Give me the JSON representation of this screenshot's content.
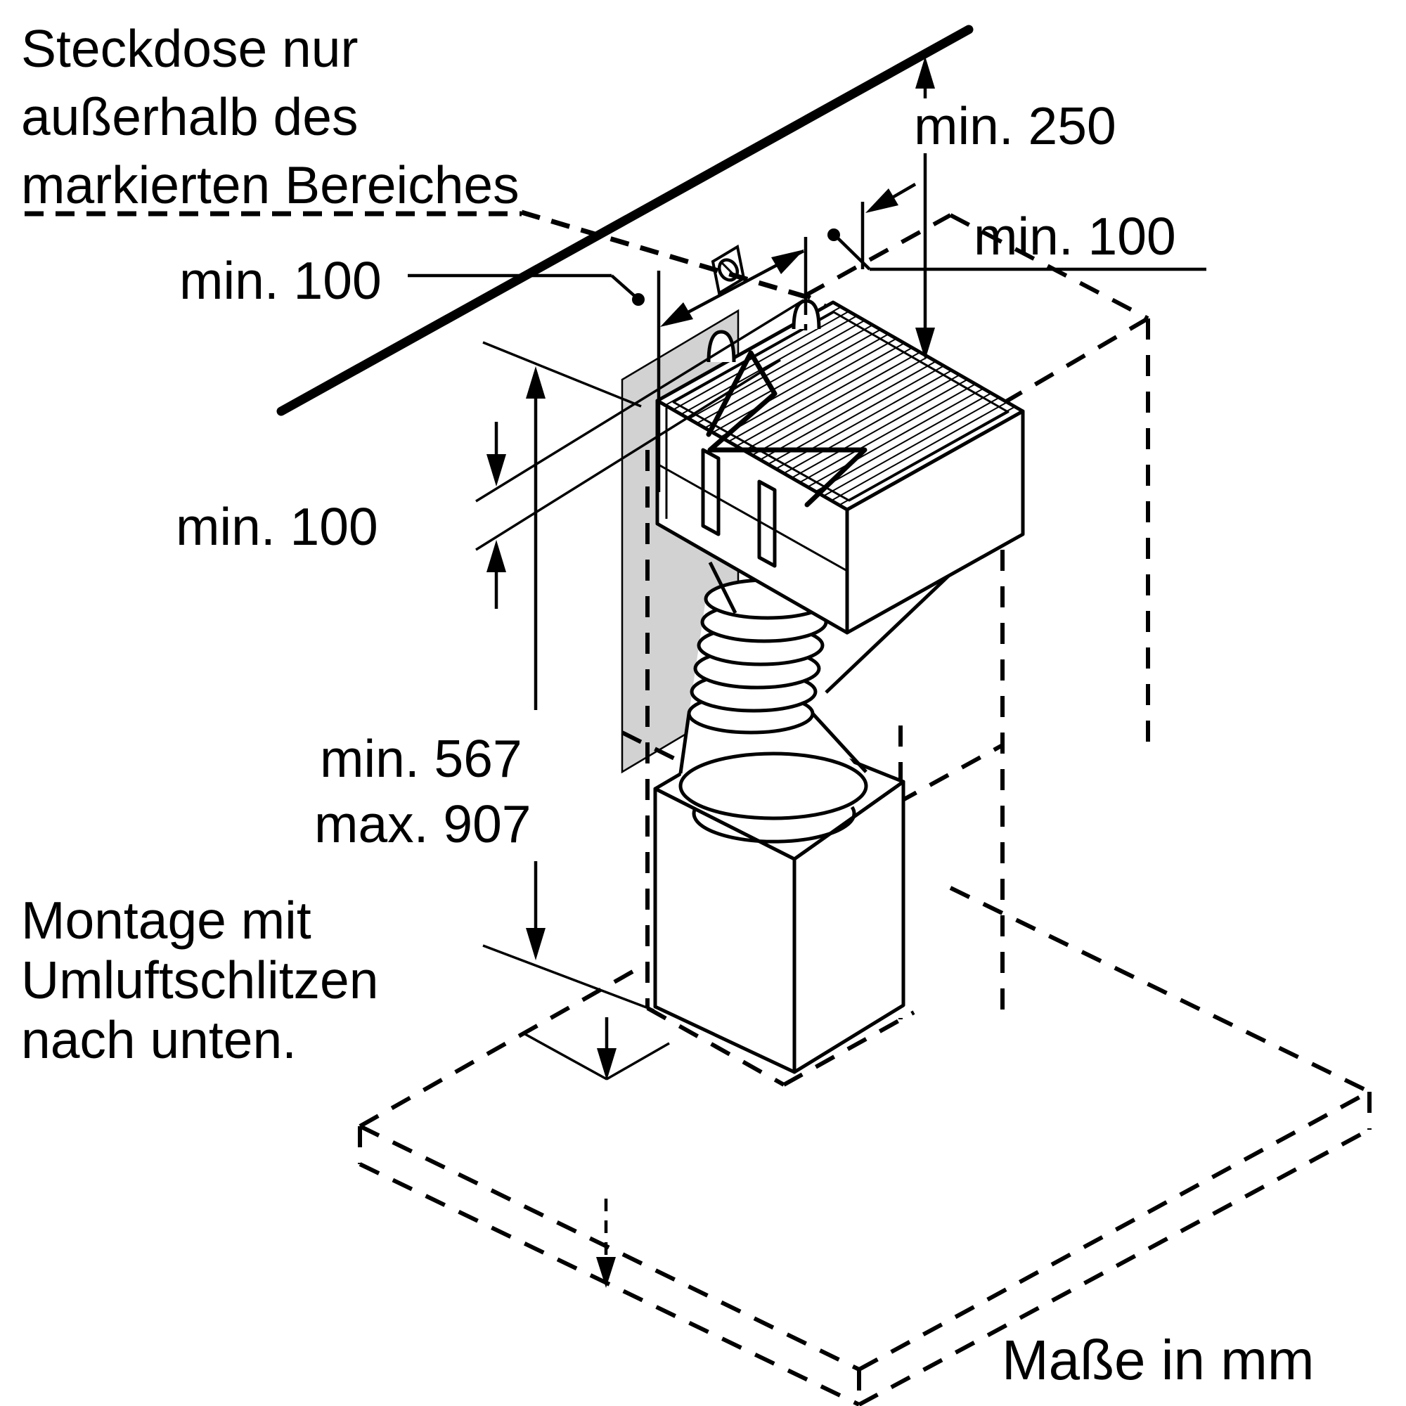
{
  "diagram": {
    "type": "installation-dimension-drawing",
    "units_note": "Maße in mm",
    "colors": {
      "line": "#000000",
      "panel_fill": "#d2d2d2",
      "background": "#ffffff"
    },
    "notes": {
      "socket_restriction": {
        "line1": "Steckdose nur",
        "line2": "außerhalb des",
        "line3": "markierten Bereiches"
      },
      "mounting": {
        "line1": "Montage mit",
        "line2": "Umluftschlitzen",
        "line3": "nach unten."
      }
    },
    "dimensions": {
      "ceiling_clearance": "min. 250",
      "right_side_clearance": "min. 100",
      "left_side_clearance": "min. 100",
      "top_gap_clearance": "min. 100",
      "height_min": "min. 567",
      "height_max": "max. 907"
    },
    "icons": {
      "socket": "power-socket-symbol"
    }
  }
}
